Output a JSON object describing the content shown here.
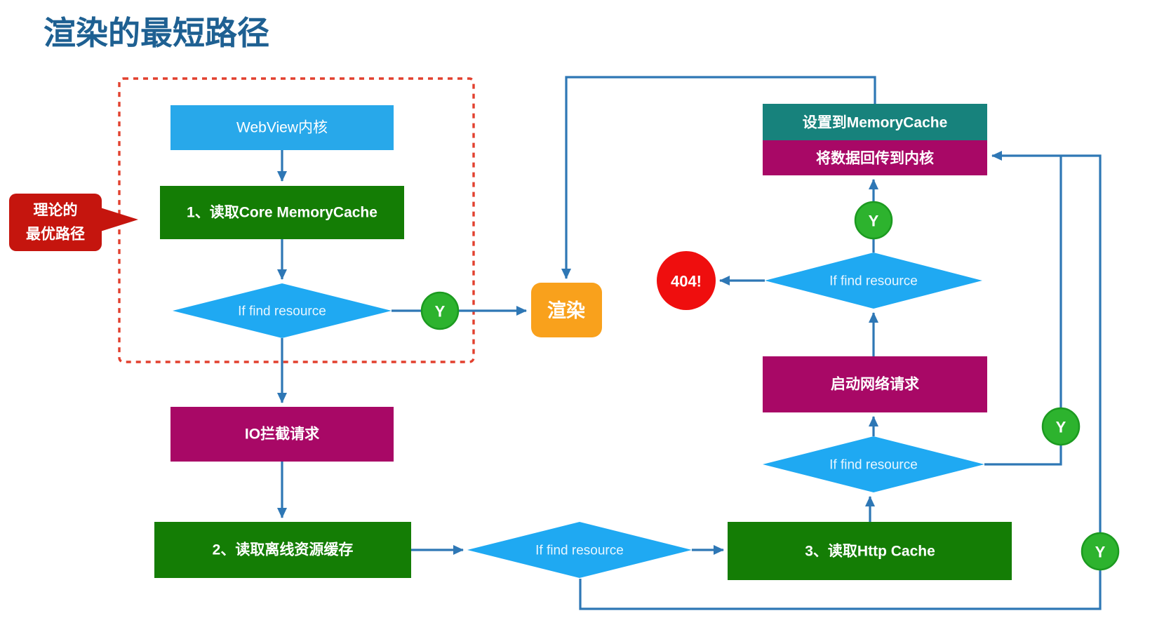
{
  "title": "渲染的最短路径",
  "callout": {
    "line1": "理论的",
    "line2": "最优路径"
  },
  "nodes": {
    "webview_kernel": "WebView内核",
    "read_core_memorycache": "1、读取Core MemoryCache",
    "decision_core": "If find resource",
    "render": "渲染",
    "io_intercept": "IO拦截请求",
    "read_offline_cache": "2、读取离线资源缓存",
    "decision_offline": "If find resource",
    "read_http_cache": "3、读取Http Cache",
    "decision_http": "If find resource",
    "start_network_request": "启动网络请求",
    "decision_network": "If find resource",
    "not_found_badge": "404!",
    "set_to_memorycache": "设置到MemoryCache",
    "pass_data_back_to_kernel": "将数据回传到内核",
    "yes_label": "Y"
  },
  "colors": {
    "title_text": "#1E6092",
    "process_blue": "#28A8EA",
    "decision_blue": "#1FA9F2",
    "step_green": "#147D05",
    "yes_badge_green": "#2DB32E",
    "magenta": "#A80866",
    "teal": "#17827C",
    "render_orange": "#F9A11C",
    "alert_red": "#EF0E0E",
    "callout_red": "#C5150E",
    "dashed_border_red": "#E2402E",
    "connector_blue": "#2E77B5"
  }
}
